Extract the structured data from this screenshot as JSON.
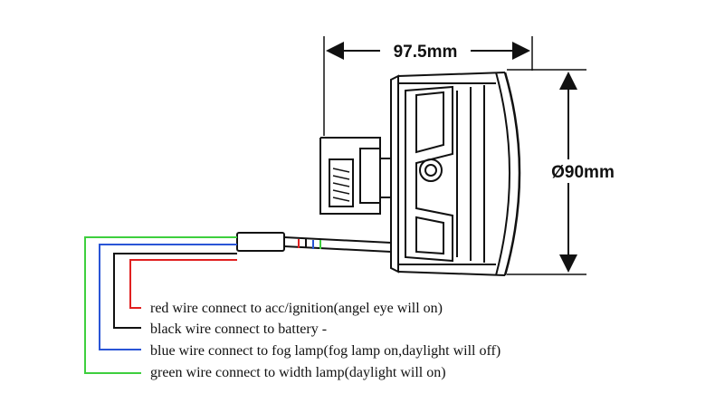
{
  "dimensions": {
    "length_label": "97.5mm",
    "diameter_label": "Ø90mm"
  },
  "wires": [
    {
      "label": "red wire connect to acc/ignition(angel eye will on)",
      "color": "#e02020"
    },
    {
      "label": "black wire connect to battery -",
      "color": "#111111"
    },
    {
      "label": "blue wire connect to fog lamp(fog lamp on,daylight will off)",
      "color": "#2a55d6"
    },
    {
      "label": "green wire connect to width lamp(daylight will on)",
      "color": "#3ecf3e"
    }
  ]
}
